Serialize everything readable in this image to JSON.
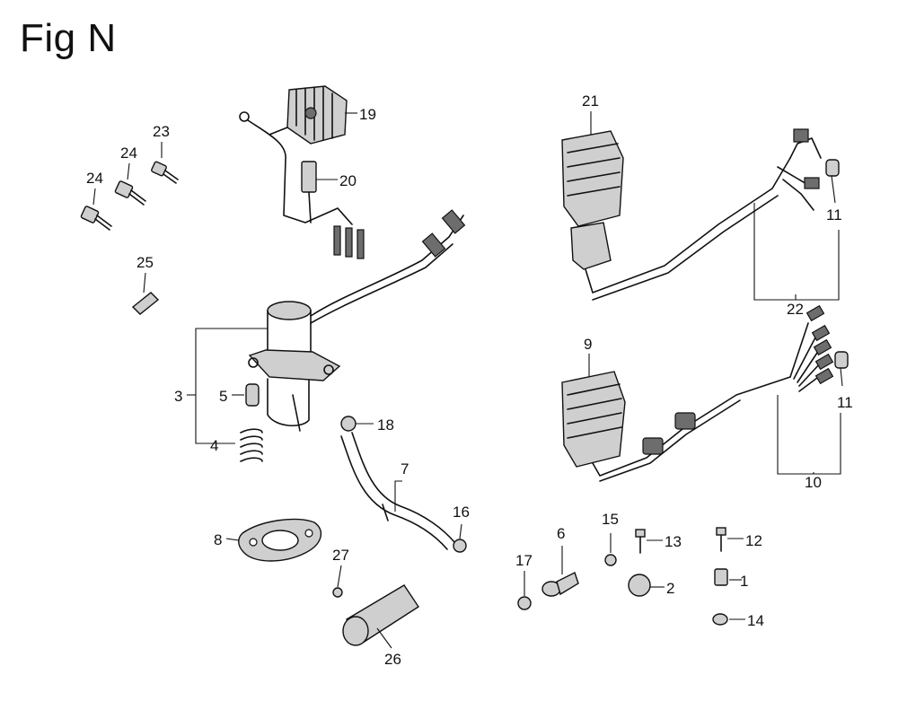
{
  "figure": {
    "title": "Fig N"
  },
  "callouts": [
    {
      "id": "c1",
      "label": "1"
    },
    {
      "id": "c2",
      "label": "2"
    },
    {
      "id": "c3",
      "label": "3"
    },
    {
      "id": "c4",
      "label": "4"
    },
    {
      "id": "c5",
      "label": "5"
    },
    {
      "id": "c6",
      "label": "6"
    },
    {
      "id": "c7",
      "label": "7"
    },
    {
      "id": "c8",
      "label": "8"
    },
    {
      "id": "c9",
      "label": "9"
    },
    {
      "id": "c10",
      "label": "10"
    },
    {
      "id": "c11a",
      "label": "11"
    },
    {
      "id": "c11b",
      "label": "11"
    },
    {
      "id": "c12",
      "label": "12"
    },
    {
      "id": "c13",
      "label": "13"
    },
    {
      "id": "c14",
      "label": "14"
    },
    {
      "id": "c15",
      "label": "15"
    },
    {
      "id": "c16",
      "label": "16"
    },
    {
      "id": "c17",
      "label": "17"
    },
    {
      "id": "c18",
      "label": "18"
    },
    {
      "id": "c19",
      "label": "19"
    },
    {
      "id": "c20",
      "label": "20"
    },
    {
      "id": "c21",
      "label": "21"
    },
    {
      "id": "c22",
      "label": "22"
    },
    {
      "id": "c23",
      "label": "23"
    },
    {
      "id": "c24a",
      "label": "24"
    },
    {
      "id": "c24b",
      "label": "24"
    },
    {
      "id": "c25",
      "label": "25"
    },
    {
      "id": "c26",
      "label": "26"
    },
    {
      "id": "c27",
      "label": "27"
    }
  ]
}
